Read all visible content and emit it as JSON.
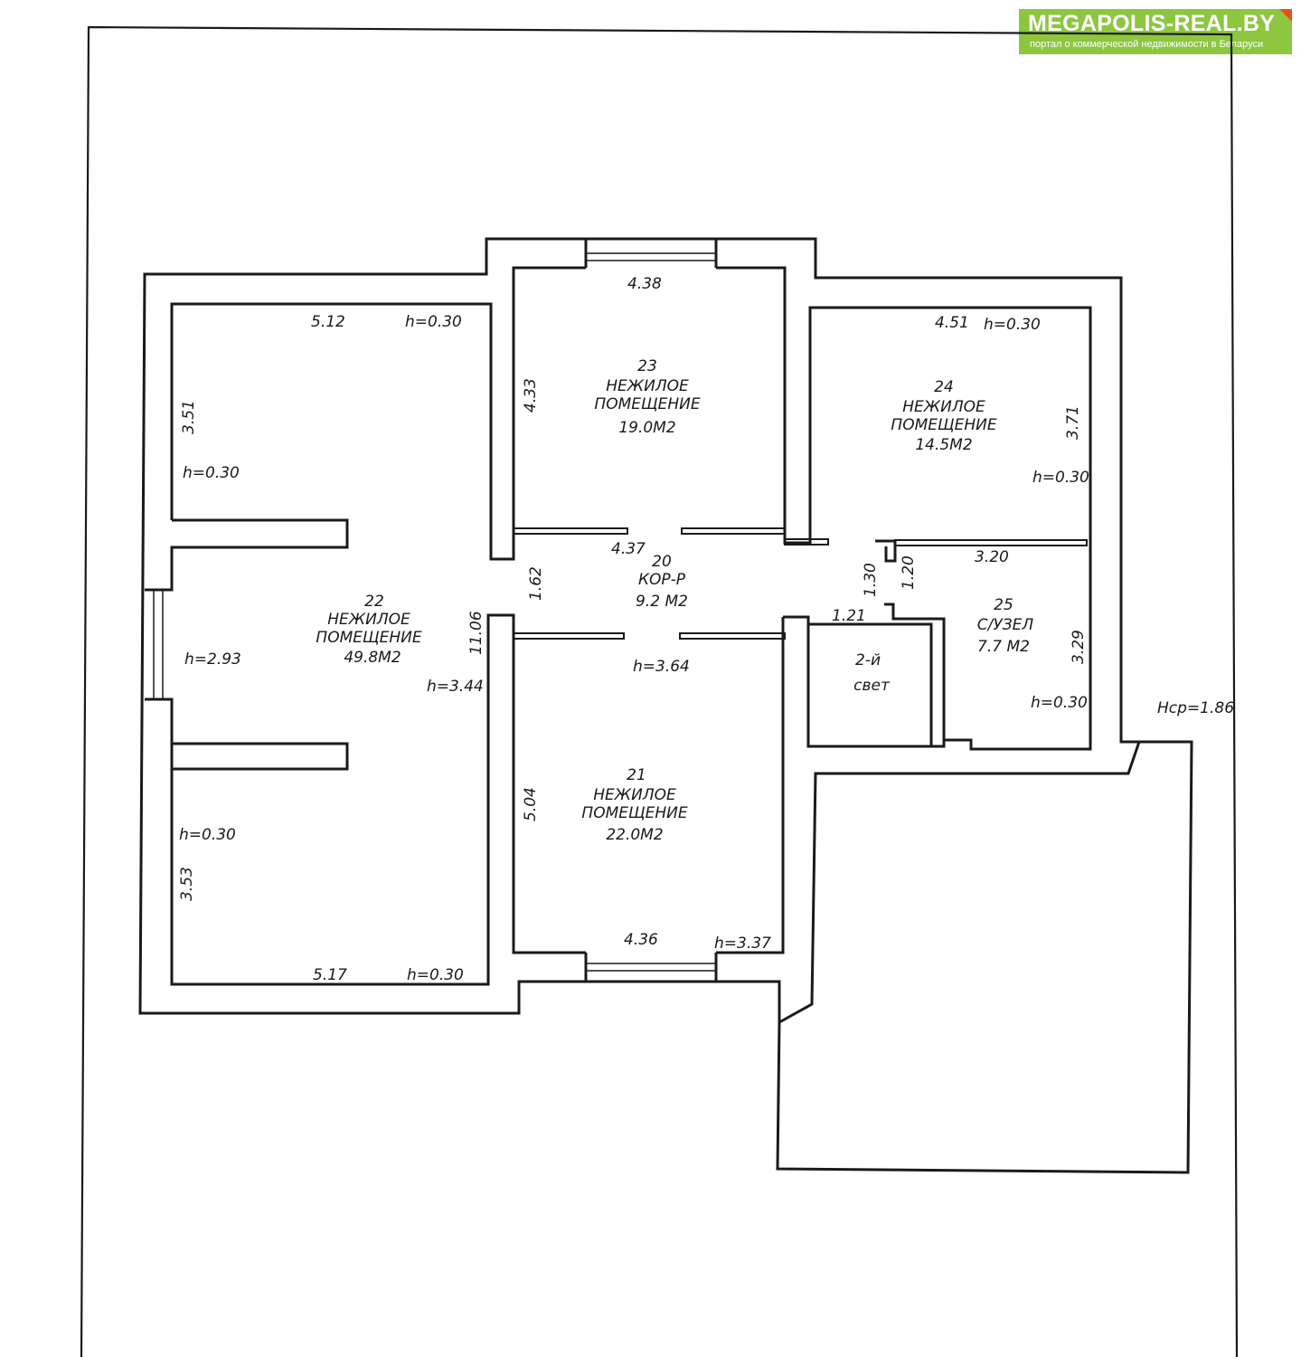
{
  "logo": {
    "title": "MEGAPOLIS-REAL.BY",
    "subtitle": "портал о коммерческой недвижимости в Беларуси"
  },
  "rooms": {
    "r20": {
      "number": "20",
      "name": "КОР-Р",
      "area": "9.2 М2"
    },
    "r21": {
      "number": "21",
      "name1": "НЕЖИЛОЕ",
      "name2": "ПОМЕЩЕНИЕ",
      "area": "22.0М2"
    },
    "r22": {
      "number": "22",
      "name1": "НЕЖИЛОЕ",
      "name2": "ПОМЕЩЕНИЕ",
      "area": "49.8М2"
    },
    "r23": {
      "number": "23",
      "name1": "НЕЖИЛОЕ",
      "name2": "ПОМЕЩЕНИЕ",
      "area": "19.0М2"
    },
    "r24": {
      "number": "24",
      "name1": "НЕЖИЛОЕ",
      "name2": "ПОМЕЩЕНИЕ",
      "area": "14.5М2"
    },
    "r25": {
      "number": "25",
      "name": "С/УЗЕЛ",
      "area": "7.7 М2"
    },
    "light": {
      "line1": "2-й",
      "line2": "свет"
    }
  },
  "dimensions": {
    "d512": "5.12",
    "h030a": "h=0.30",
    "d351": "3.51",
    "h030b": "h=0.30",
    "h293": "h=2.93",
    "h344": "h=3.44",
    "d1106": "11.06",
    "h030c": "h=0.30",
    "d353": "3.53",
    "d517": "5.17",
    "h030d": "h=0.30",
    "d438": "4.38",
    "d433": "4.33",
    "d437": "4.37",
    "d162": "1.62",
    "h364": "h=3.64",
    "d504": "5.04",
    "d436": "4.36",
    "h337": "h=3.37",
    "d451": "4.51",
    "h030e": "h=0.30",
    "d371": "3.71",
    "h030f": "h=0.30",
    "d320": "3.20",
    "d130": "1.30",
    "d120": "1.20",
    "d121": "1.21",
    "d329": "3.29",
    "h030g": "h=0.30",
    "hcp": "Нср=1.86"
  }
}
